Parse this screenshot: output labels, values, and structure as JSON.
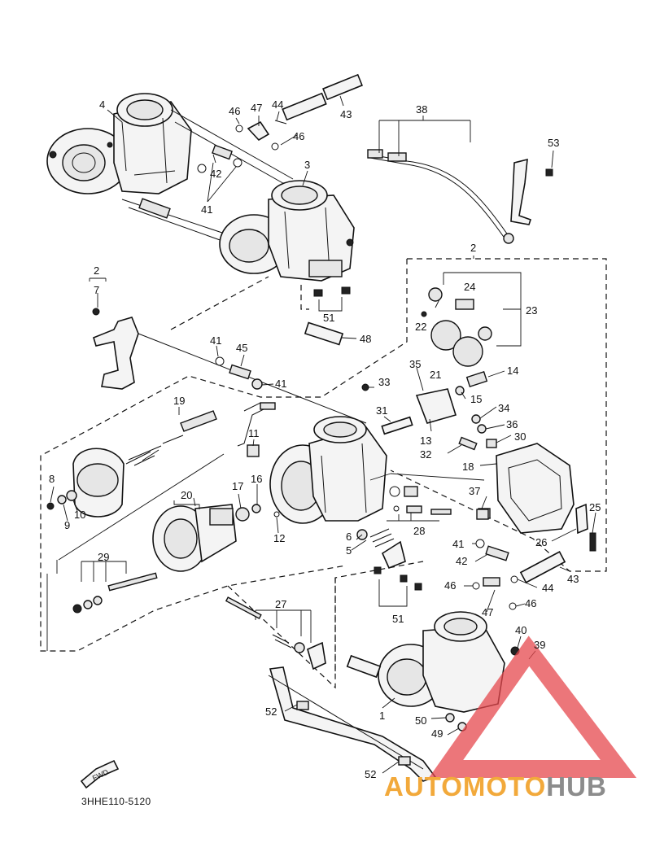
{
  "diagram": {
    "doc_code": "3HHE110-5120",
    "fwd_label": "FWD",
    "watermark": {
      "part1": "AUTOMOTO",
      "part2": "HUB",
      "color1": "#f2a93b",
      "color2": "#8c8c8c",
      "triangle_color": "#e5484d"
    },
    "callouts": {
      "c1": "1",
      "c2a": "2",
      "c2b": "2",
      "c3": "3",
      "c4": "4",
      "c5": "5",
      "c6": "6",
      "c7": "7",
      "c8": "8",
      "c9": "9",
      "c10": "10",
      "c11": "11",
      "c12": "12",
      "c13": "13",
      "c14": "14",
      "c15": "15",
      "c16": "16",
      "c17": "17",
      "c18": "18",
      "c19": "19",
      "c20": "20",
      "c21": "21",
      "c22": "22",
      "c23": "23",
      "c24": "24",
      "c25": "25",
      "c26": "26",
      "c27": "27",
      "c28": "28",
      "c29": "29",
      "c30": "30",
      "c31": "31",
      "c32": "32",
      "c33": "33",
      "c34": "34",
      "c35": "35",
      "c36": "36",
      "c37": "37",
      "c38": "38",
      "c39": "39",
      "c40": "40",
      "c41a": "41",
      "c41b": "41",
      "c41c": "41",
      "c41d": "41",
      "c42a": "42",
      "c42b": "42",
      "c43a": "43",
      "c43b": "43",
      "c44a": "44",
      "c44b": "44",
      "c45": "45",
      "c46a": "46",
      "c46b": "46",
      "c46c": "46",
      "c46d": "46",
      "c47a": "47",
      "c47b": "47",
      "c48": "48",
      "c49": "49",
      "c50": "50",
      "c51a": "51",
      "c51b": "51",
      "c52a": "52",
      "c52b": "52",
      "c53": "53"
    }
  }
}
